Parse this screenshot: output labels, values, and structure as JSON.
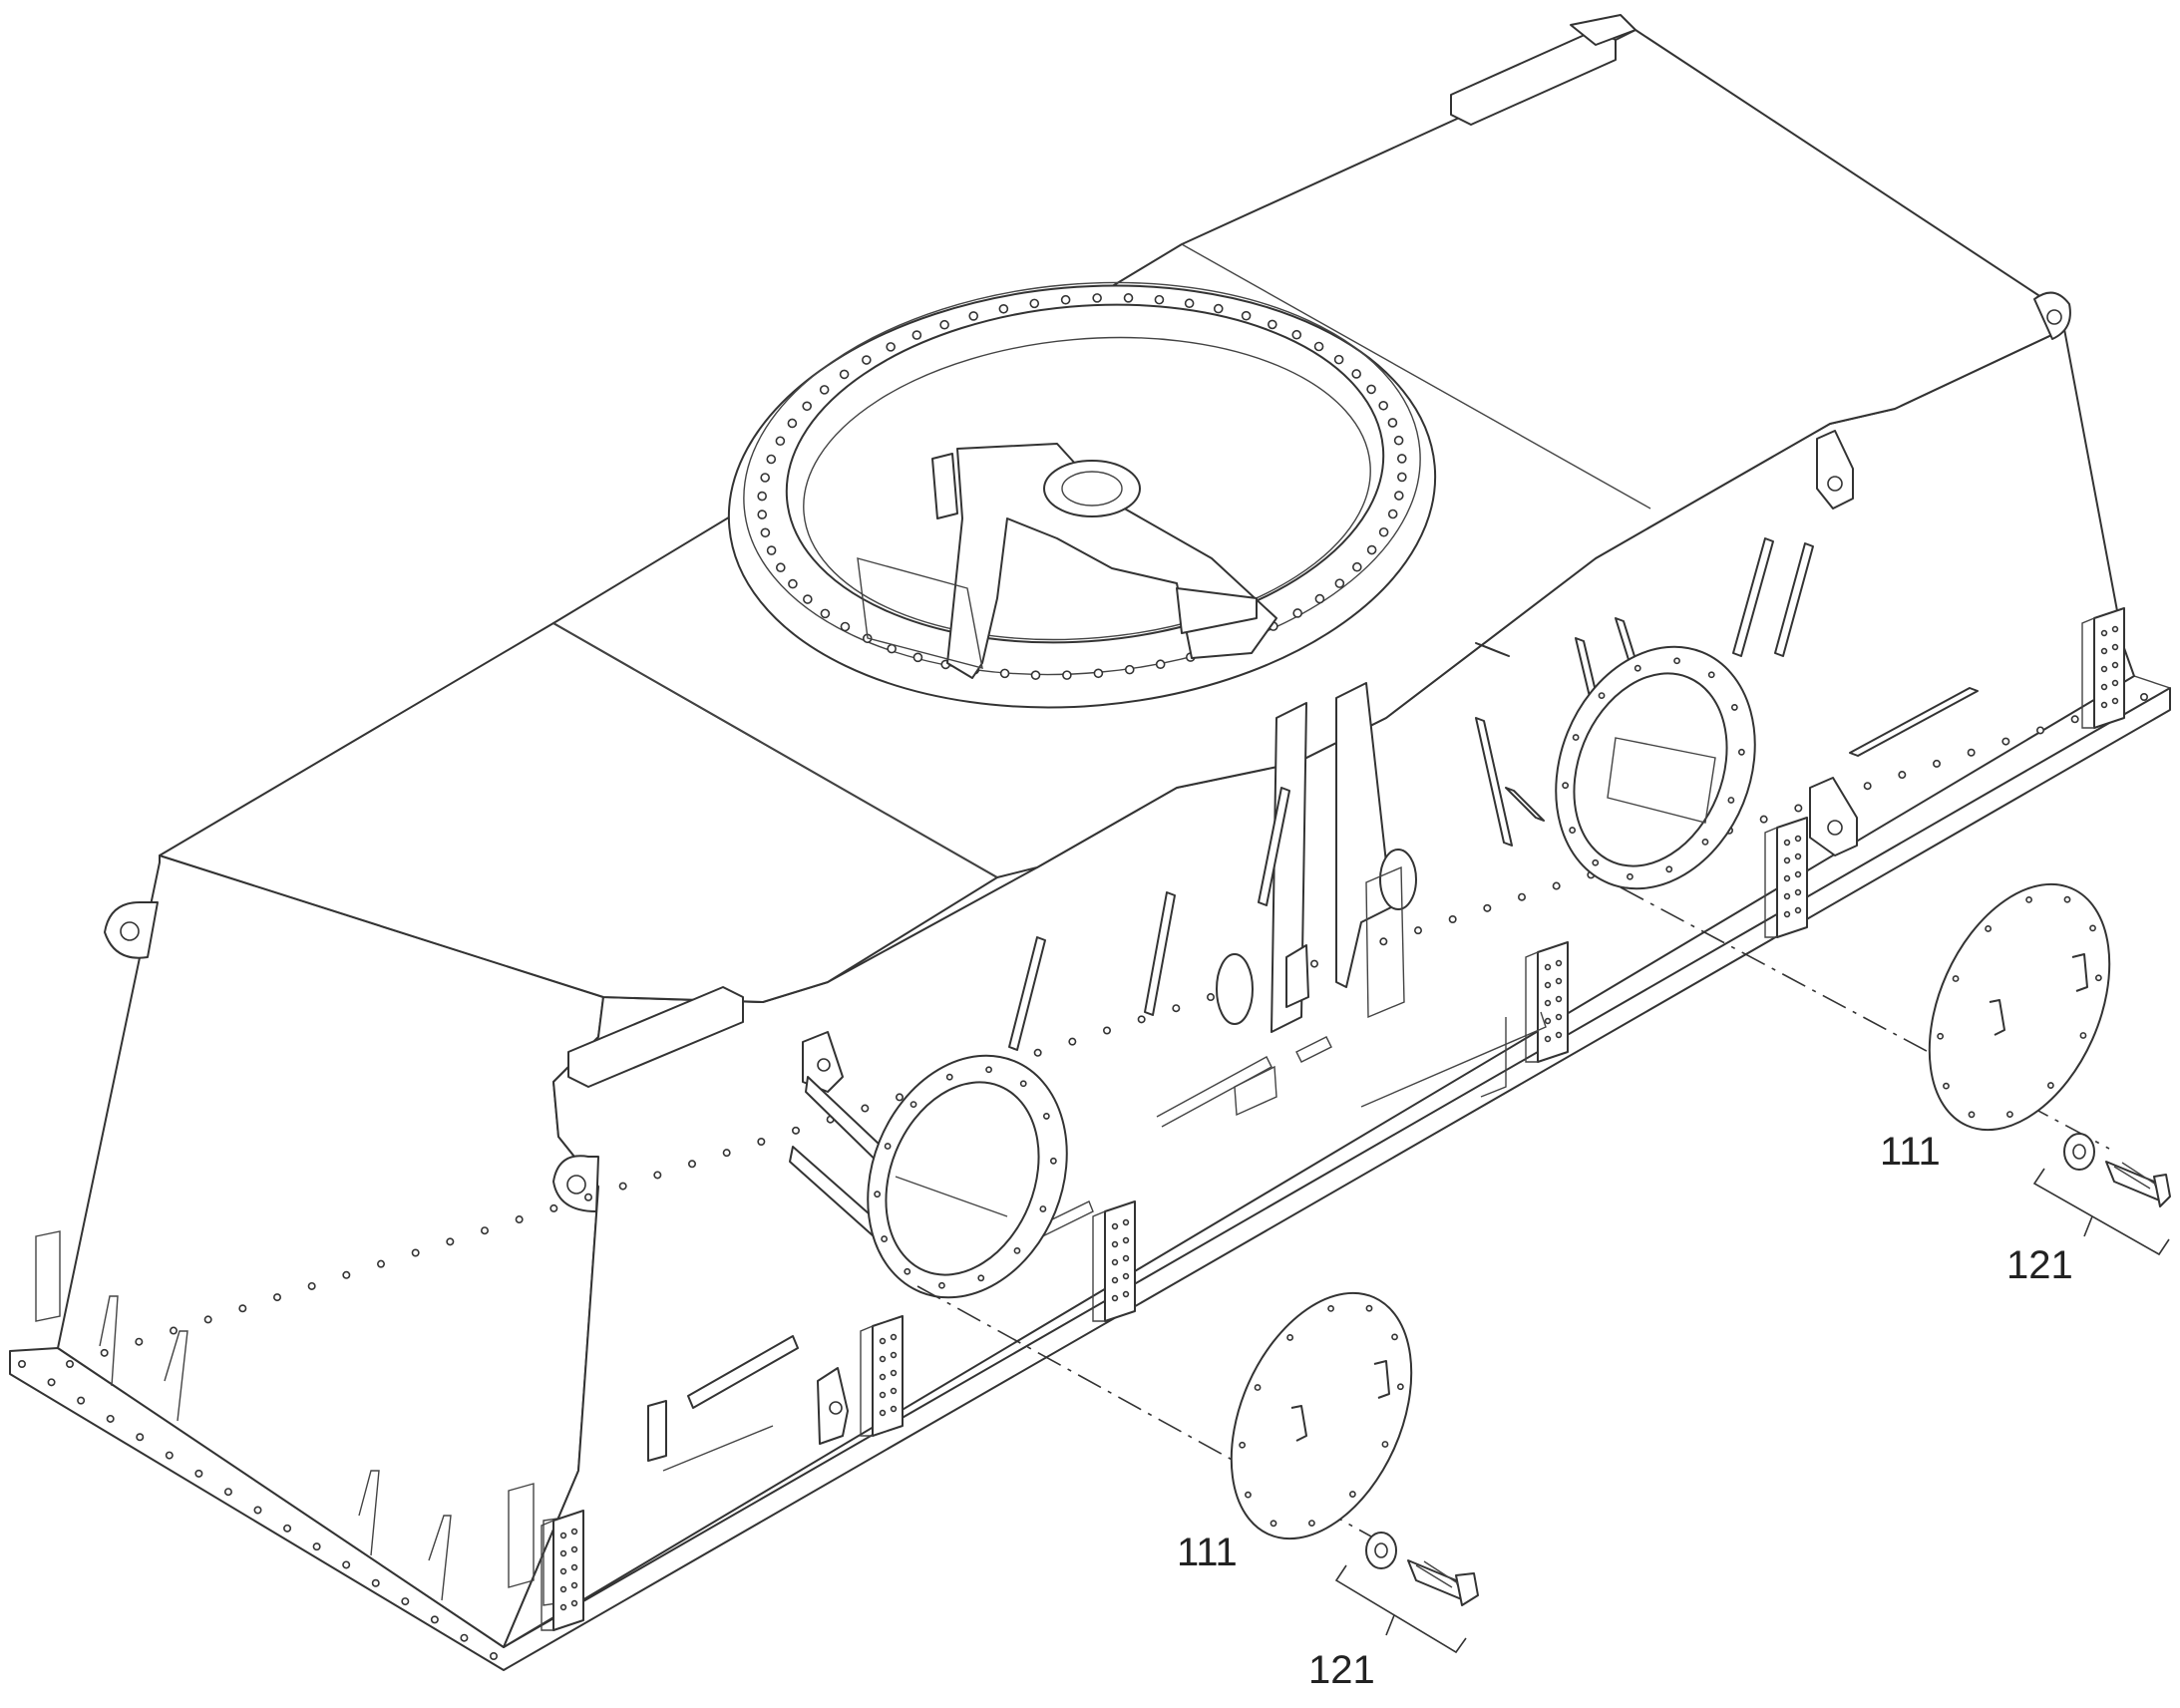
{
  "callouts": {
    "cover_plate_lower": "111",
    "cover_plate_upper": "111",
    "fastener_lower": "121",
    "fastener_upper": "121"
  },
  "colors": {
    "line": "#333333",
    "background": "#ffffff"
  }
}
